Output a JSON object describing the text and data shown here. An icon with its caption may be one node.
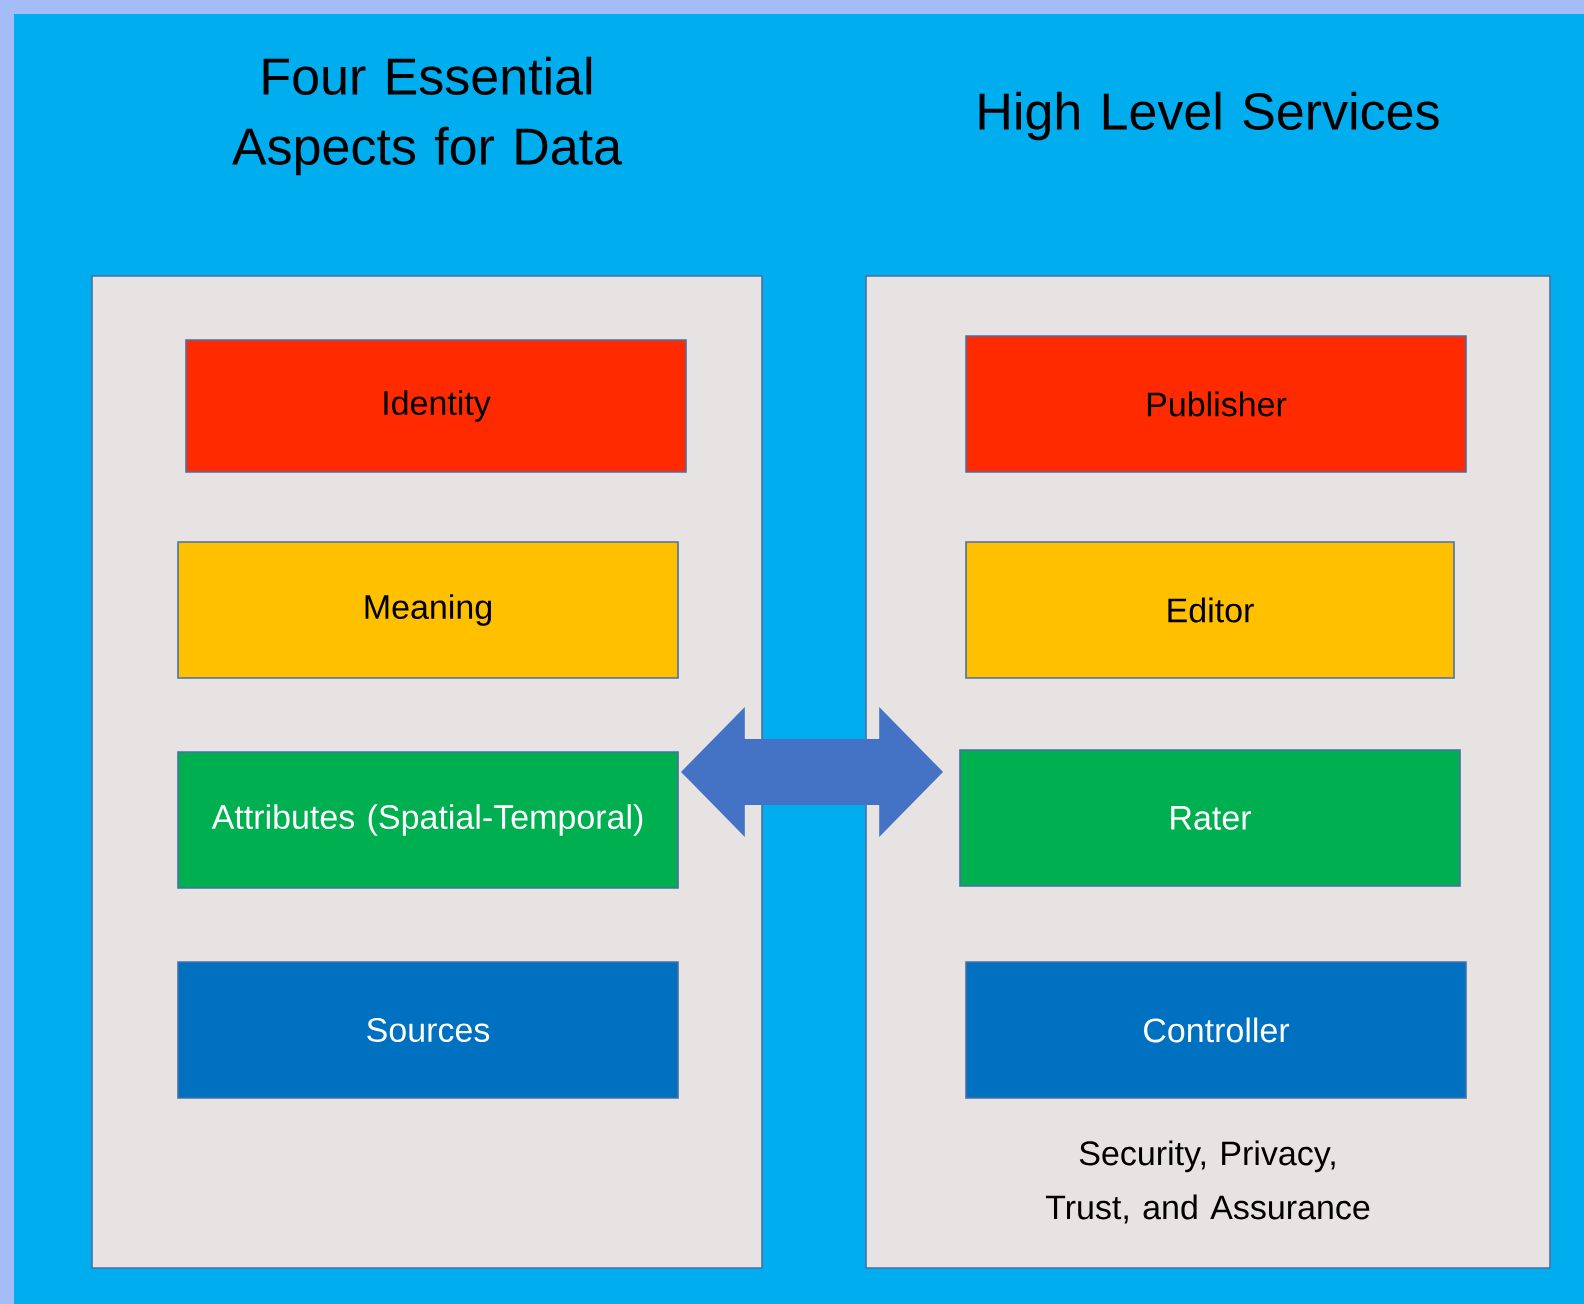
{
  "diagram": {
    "nodes": [
      {
        "text": [
          "Four Essential Aspects for Data"
        ]
      },
      {
        "text": [
          "Identity"
        ],
        "in": 0
      },
      {
        "text": [
          "Meaning"
        ],
        "in": 0
      },
      {
        "text": [
          "Attributes (Spatial-Temporal)"
        ],
        "in": 0
      },
      {
        "text": [
          "Sources"
        ],
        "in": 0
      },
      {
        "text": [
          "High Level Services",
          "Security, Privacy, Trust, and Assurance"
        ]
      },
      {
        "text": [
          "Publisher"
        ],
        "in": 5
      },
      {
        "text": [
          "Editor"
        ],
        "in": 5
      },
      {
        "text": [
          "Rater"
        ],
        "in": 5
      },
      {
        "text": [
          "Controller"
        ],
        "in": 5
      }
    ],
    "edges": [
      {
        "from": 0,
        "to": 5,
        "arrow": "both"
      }
    ]
  }
}
